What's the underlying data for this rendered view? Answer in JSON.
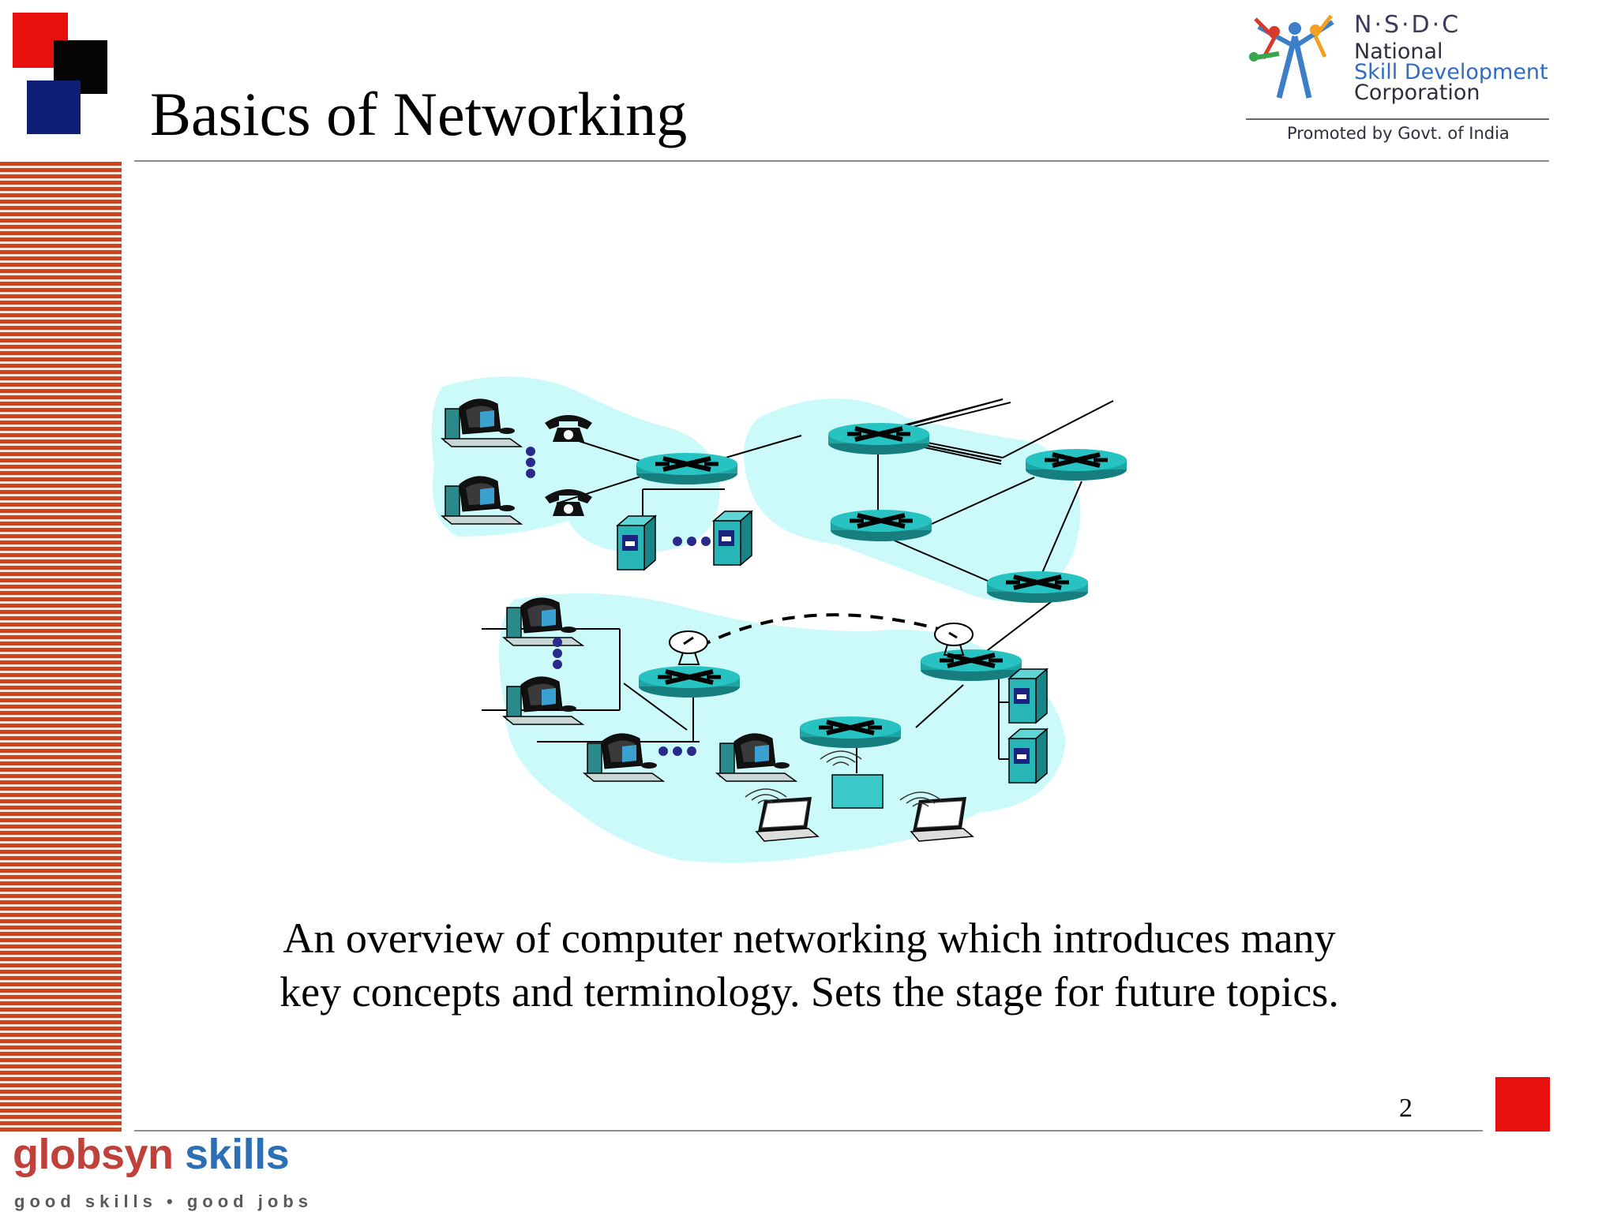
{
  "slide": {
    "title": "Basics of Networking",
    "caption": "An overview of computer networking which introduces many key concepts and terminology.  Sets the stage for future topics.",
    "page_number": "2"
  },
  "nsdc_logo": {
    "acronym": "N·S·D·C",
    "line1": "National",
    "line2": "Skill Development",
    "line3": "Corporation",
    "promoted": "Promoted by Govt. of India"
  },
  "footer": {
    "brand_part1": "globsyn",
    "brand_part2": " skills",
    "tagline": "good skills • good jobs"
  },
  "colors": {
    "accent_red": "#e8100e",
    "navy": "#0f1f78",
    "stripe": "#d1431d",
    "cloud": "#ccfafa",
    "router": "#1fa4a4"
  },
  "icons": [
    "router-icon",
    "host-icon",
    "phone-icon",
    "server-icon",
    "laptop-icon",
    "satellite-dish-icon",
    "base-station-icon",
    "wireless-signal-icon"
  ]
}
